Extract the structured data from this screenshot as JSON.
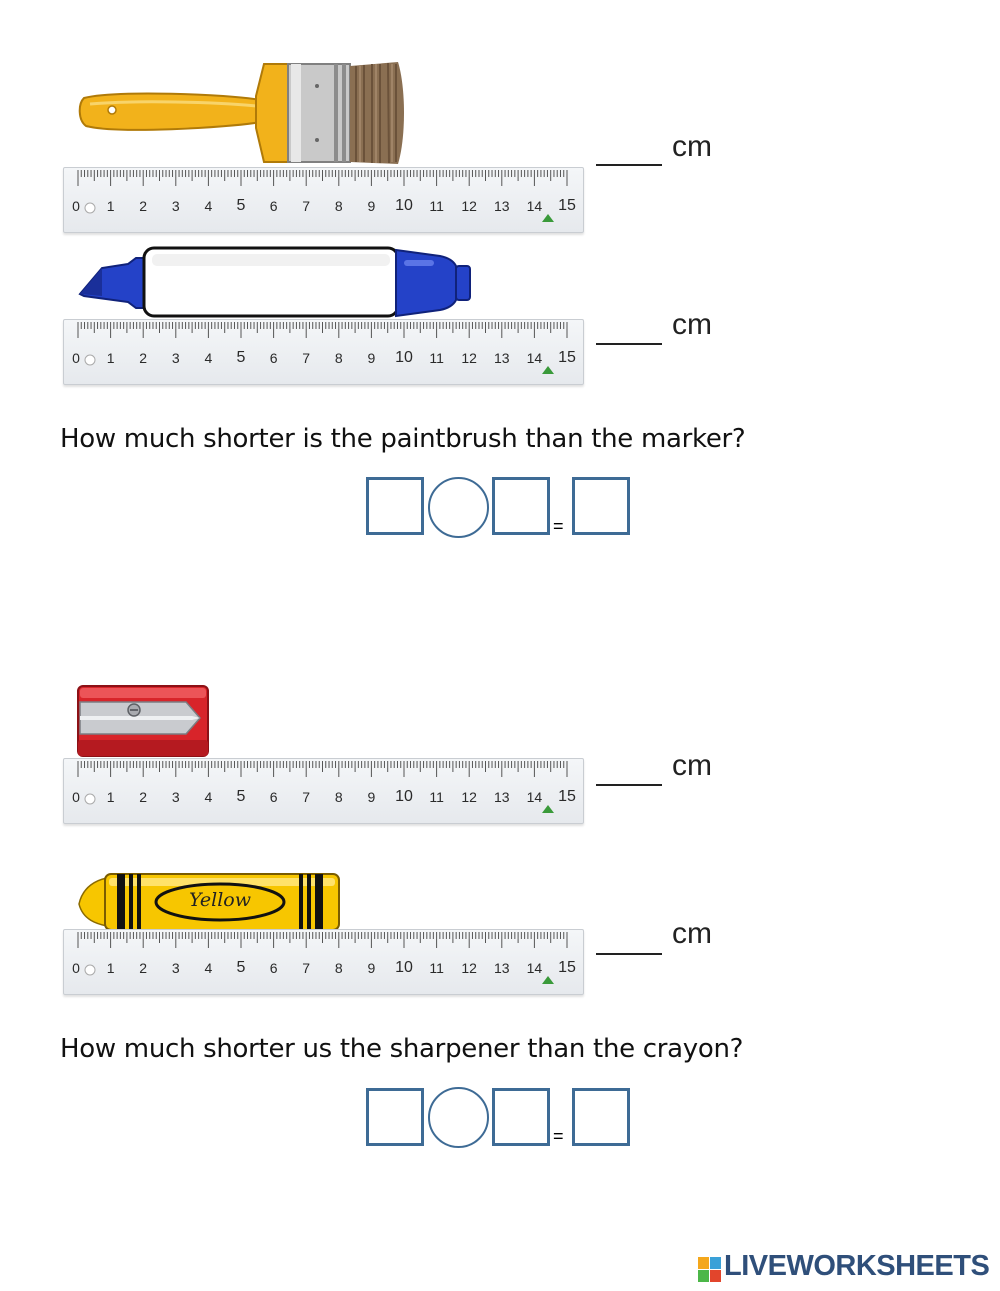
{
  "measure_items": [
    {
      "name": "paintbrush",
      "answer_unit": "cm"
    },
    {
      "name": "marker",
      "answer_unit": "cm"
    },
    {
      "name": "sharpener",
      "answer_unit": "cm"
    },
    {
      "name": "crayon",
      "answer_unit": "cm",
      "label": "Yellow"
    }
  ],
  "ruler": {
    "numbers": [
      "0",
      "1",
      "2",
      "3",
      "4",
      "5",
      "6",
      "7",
      "8",
      "9",
      "10",
      "11",
      "12",
      "13",
      "14",
      "15"
    ]
  },
  "questions": [
    {
      "text": "How much shorter is the paintbrush than the marker?",
      "equals": "="
    },
    {
      "text": "How much shorter us the sharpener than the crayon?",
      "equals": "="
    }
  ],
  "footer": {
    "logo_text": "LIVEWORKSHEETS"
  },
  "colors": {
    "box_border": "#3e6b95",
    "marker_blue": "#2442c8",
    "sharpener_red": "#d8242a",
    "crayon_yellow": "#f7c600",
    "brush_yellow": "#f2b21b"
  }
}
